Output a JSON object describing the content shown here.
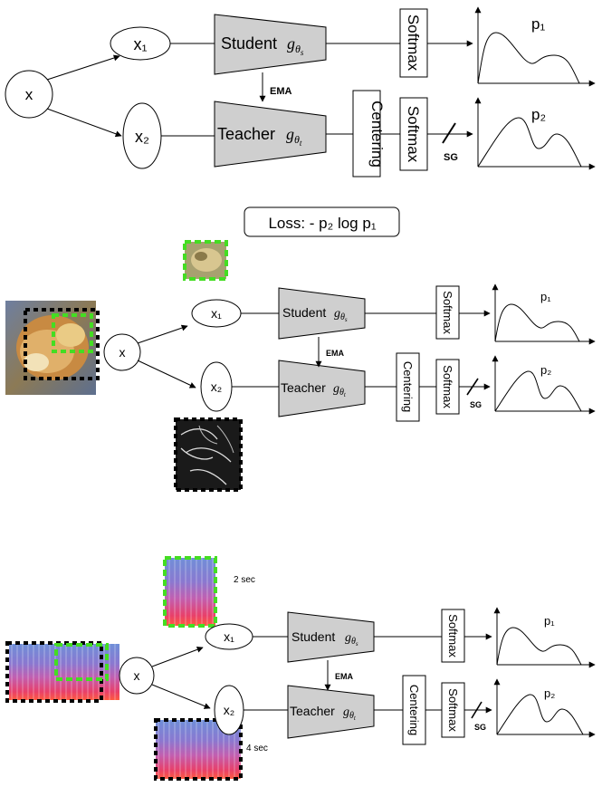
{
  "loss_label": "Loss: - p₂ log p₁",
  "panels": [
    {
      "input": "x",
      "view1": "x₁",
      "view2": "x₂",
      "student": "Student",
      "teacher": "Teacher",
      "ema": "EMA",
      "centering": "Centering",
      "softmax": "Softmax",
      "sg": "SG",
      "p1": "p₁",
      "p2": "p₂",
      "student_sym": "gθs",
      "teacher_sym": "gθt"
    },
    {
      "input": "x",
      "view1": "x₁",
      "view2": "x₂",
      "student": "Student",
      "teacher": "Teacher",
      "ema": "EMA",
      "centering": "Centering",
      "softmax": "Softmax",
      "sg": "SG",
      "p1": "p₁",
      "p2": "p₂",
      "student_sym": "gθs",
      "teacher_sym": "gθt"
    },
    {
      "input": "x",
      "view1": "x₁",
      "view2": "x₂",
      "student": "Student",
      "teacher": "Teacher",
      "ema": "EMA",
      "centering": "Centering",
      "softmax": "Softmax",
      "sg": "SG",
      "p1": "p₁",
      "p2": "p₂",
      "student_sym": "gθs",
      "teacher_sym": "gθt",
      "crop1_duration": "2 sec",
      "crop2_duration": "4 sec"
    }
  ],
  "colors": {
    "trapezoid_fill": "#cfcfcf",
    "crop_local": "#44dd22",
    "crop_global": "#000000"
  },
  "images": [
    "dog-photo",
    "dog-local-crop",
    "dog-global-crop-sketch",
    "spectrogram",
    "spectrogram-local-crop",
    "spectrogram-global-crop"
  ]
}
